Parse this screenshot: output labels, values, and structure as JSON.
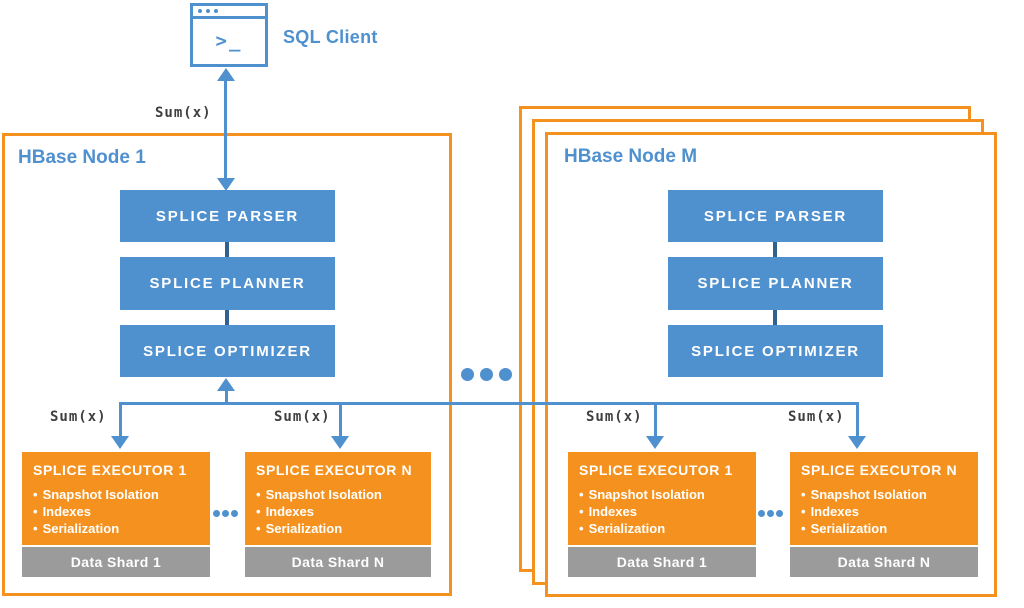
{
  "colors": {
    "blue": "#4f90cf",
    "navy": "#31618f",
    "orange": "#f5921f",
    "gray": "#9b9b9b",
    "ink": "#3f3f3f",
    "white": "#ffffff"
  },
  "client": {
    "label": "SQL Client",
    "prompt": ">_"
  },
  "labels": {
    "sum": "Sum(x)",
    "bullet": "•"
  },
  "nodes": [
    {
      "title": "HBase Node 1",
      "pipeline": [
        "SPLICE PARSER",
        "SPLICE PLANNER",
        "SPLICE OPTIMIZER"
      ],
      "executors": [
        {
          "title": "SPLICE EXECUTOR 1",
          "features": [
            "Snapshot Isolation",
            "Indexes",
            "Serialization"
          ],
          "shard": "Data Shard 1"
        },
        {
          "title": "SPLICE EXECUTOR N",
          "features": [
            "Snapshot Isolation",
            "Indexes",
            "Serialization"
          ],
          "shard": "Data Shard N"
        }
      ]
    },
    {
      "title": "HBase Node M",
      "pipeline": [
        "SPLICE PARSER",
        "SPLICE PLANNER",
        "SPLICE OPTIMIZER"
      ],
      "executors": [
        {
          "title": "SPLICE EXECUTOR 1",
          "features": [
            "Snapshot Isolation",
            "Indexes",
            "Serialization"
          ],
          "shard": "Data Shard 1"
        },
        {
          "title": "SPLICE EXECUTOR N",
          "features": [
            "Snapshot Isolation",
            "Indexes",
            "Serialization"
          ],
          "shard": "Data Shard N"
        }
      ]
    }
  ]
}
